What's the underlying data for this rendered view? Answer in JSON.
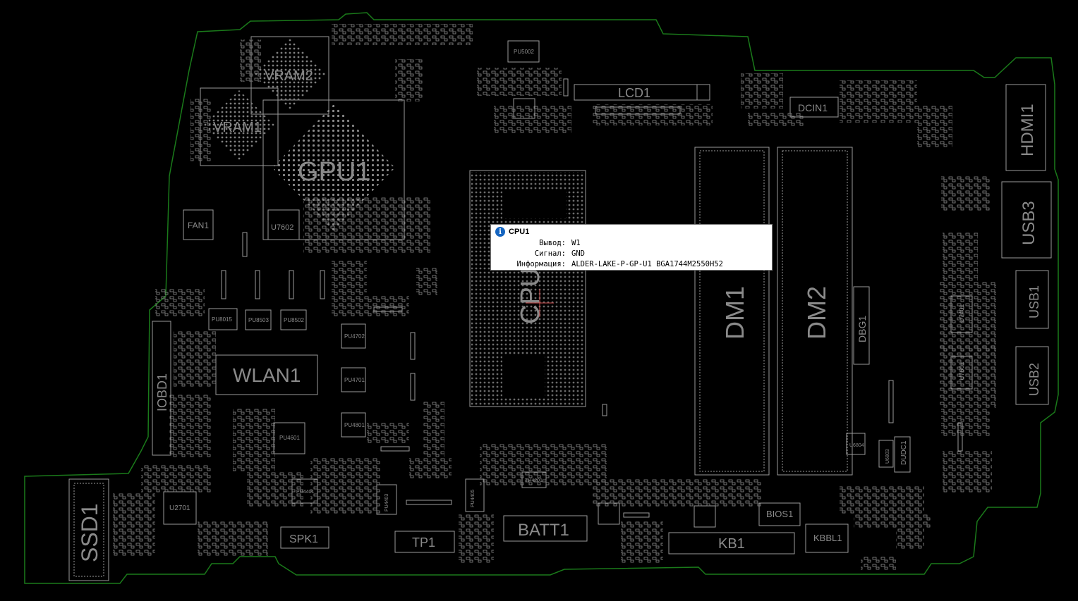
{
  "board": {
    "outline_color": "#1a7a1a",
    "component_color": "#9a9a9a",
    "label_color": "#8a8a8a",
    "labels": [
      {
        "id": "vram2",
        "text": "VRAM2"
      },
      {
        "id": "vram1",
        "text": "VRAM1"
      },
      {
        "id": "gpu1",
        "text": "GPU1"
      },
      {
        "id": "lcd1",
        "text": "LCD1"
      },
      {
        "id": "dcin1",
        "text": "DCIN1"
      },
      {
        "id": "hdmi1",
        "text": "HDMI1"
      },
      {
        "id": "usb3",
        "text": "USB3"
      },
      {
        "id": "usb1",
        "text": "USB1"
      },
      {
        "id": "usb2",
        "text": "USB2"
      },
      {
        "id": "cpu",
        "text": "CPU"
      },
      {
        "id": "dm1",
        "text": "DM1"
      },
      {
        "id": "dm2",
        "text": "DM2"
      },
      {
        "id": "dbg1",
        "text": "DBG1"
      },
      {
        "id": "fan1",
        "text": "FAN1"
      },
      {
        "id": "u7602",
        "text": "U7602"
      },
      {
        "id": "wlan1",
        "text": "WLAN1"
      },
      {
        "id": "iobd1",
        "text": "IOBD1"
      },
      {
        "id": "ssd1",
        "text": "SSD1"
      },
      {
        "id": "u2701",
        "text": "U2701"
      },
      {
        "id": "spk1",
        "text": "SPK1"
      },
      {
        "id": "tp1",
        "text": "TP1"
      },
      {
        "id": "batt1",
        "text": "BATT1"
      },
      {
        "id": "kb1",
        "text": "KB1"
      },
      {
        "id": "kbbl1",
        "text": "KBBL1"
      },
      {
        "id": "bios1",
        "text": "BIOS1"
      },
      {
        "id": "dudc1",
        "text": "DUDC1"
      },
      {
        "id": "u7401",
        "text": "U7401"
      },
      {
        "id": "u7601",
        "text": "U7601"
      },
      {
        "id": "pu8015",
        "text": "PU8015"
      },
      {
        "id": "pu8503",
        "text": "PU8503"
      },
      {
        "id": "pu8502",
        "text": "PU8502"
      },
      {
        "id": "pu4702",
        "text": "PU4702"
      },
      {
        "id": "pu4701",
        "text": "PU4701"
      },
      {
        "id": "pu4801",
        "text": "PU4801"
      },
      {
        "id": "pu4601",
        "text": "PU4601"
      },
      {
        "id": "pu5002",
        "text": "PU5002"
      },
      {
        "id": "pu4403",
        "text": "PU4403"
      },
      {
        "id": "pu4405",
        "text": "PU4405"
      },
      {
        "id": "th4201",
        "text": "TH4201"
      },
      {
        "id": "u6804",
        "text": "U6804"
      },
      {
        "id": "u6803",
        "text": "U6803"
      },
      {
        "id": "pu4401",
        "text": "PU4401"
      }
    ]
  },
  "tooltip": {
    "title": "CPU1",
    "icon": "info-icon",
    "rows": [
      {
        "key": "Вывод:",
        "value": "W1"
      },
      {
        "key": "Сигнал:",
        "value": "GND"
      },
      {
        "key": "Информация:",
        "value": "ALDER-LAKE-P-GP-U1 BGA1744M2550H52"
      }
    ]
  }
}
